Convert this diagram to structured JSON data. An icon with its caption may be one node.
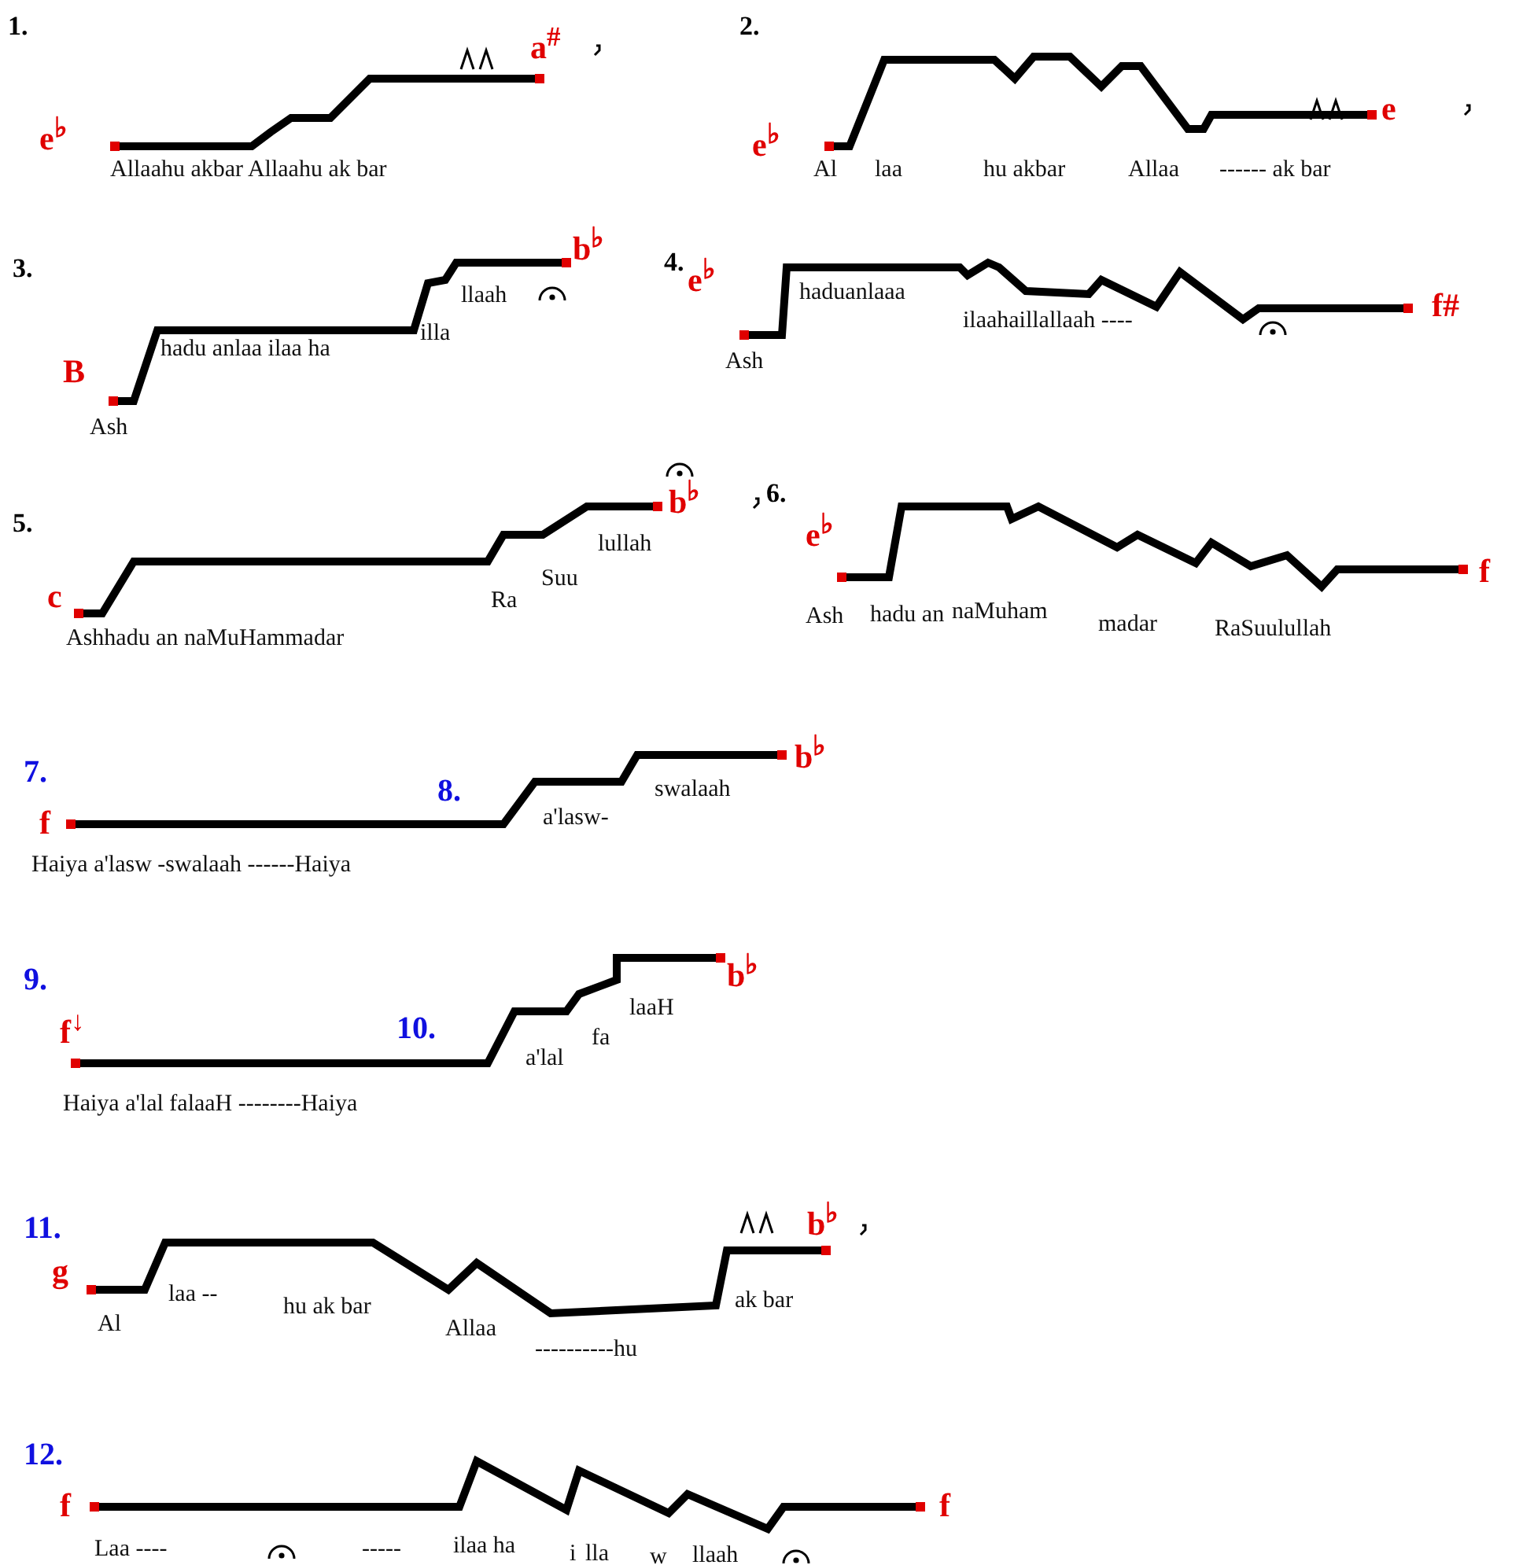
{
  "diagram": {
    "labels": [
      "1.",
      "e$^{♭}$",
      "a$^{#}$",
      "Allaahu akbar Allaahu ak bar",
      "2.",
      "e$^{♭}$",
      "e",
      "Al",
      "laa",
      "hu akbar",
      "Allaa",
      "------ ak bar",
      "3.",
      "B",
      "Ash",
      "hadu anlaa ilaa ha",
      "illa",
      "llaah",
      "b$^{♭}$",
      "4.",
      "e$^{♭}$",
      "Ash",
      "haduanlaaa",
      "ilaahaillallaah ----",
      "f#",
      "5.",
      "c",
      "Ashhadu an naMuHammadar",
      "Ra",
      "Suu",
      "lullah",
      "b$^{♭}$",
      "6.",
      "e$^{♭}$",
      "Ash",
      "hadu an",
      "naMuham",
      "madar",
      "RaSuulullah",
      "f",
      "7.",
      "f",
      "Haiya a'lasw -swalaah ------Haiya",
      "8.",
      "a'lasw-",
      "swalaah",
      "b$^{♭}$",
      "9.",
      "f$^{↓}$",
      "Haiya a'lal falaaH --------Haiya",
      "10.",
      "a'lal",
      "fa",
      "laaH",
      "b$^{♭}$",
      "11.",
      "g",
      "Al",
      "laa --",
      "hu ak bar",
      "Allaa",
      "----------hu",
      "ak bar",
      "b$^{♭}$",
      "12.",
      "f",
      "Laa ----",
      "-----",
      "ilaa ha",
      "i",
      "lla",
      "w",
      "llaah",
      "f"
    ]
  }
}
